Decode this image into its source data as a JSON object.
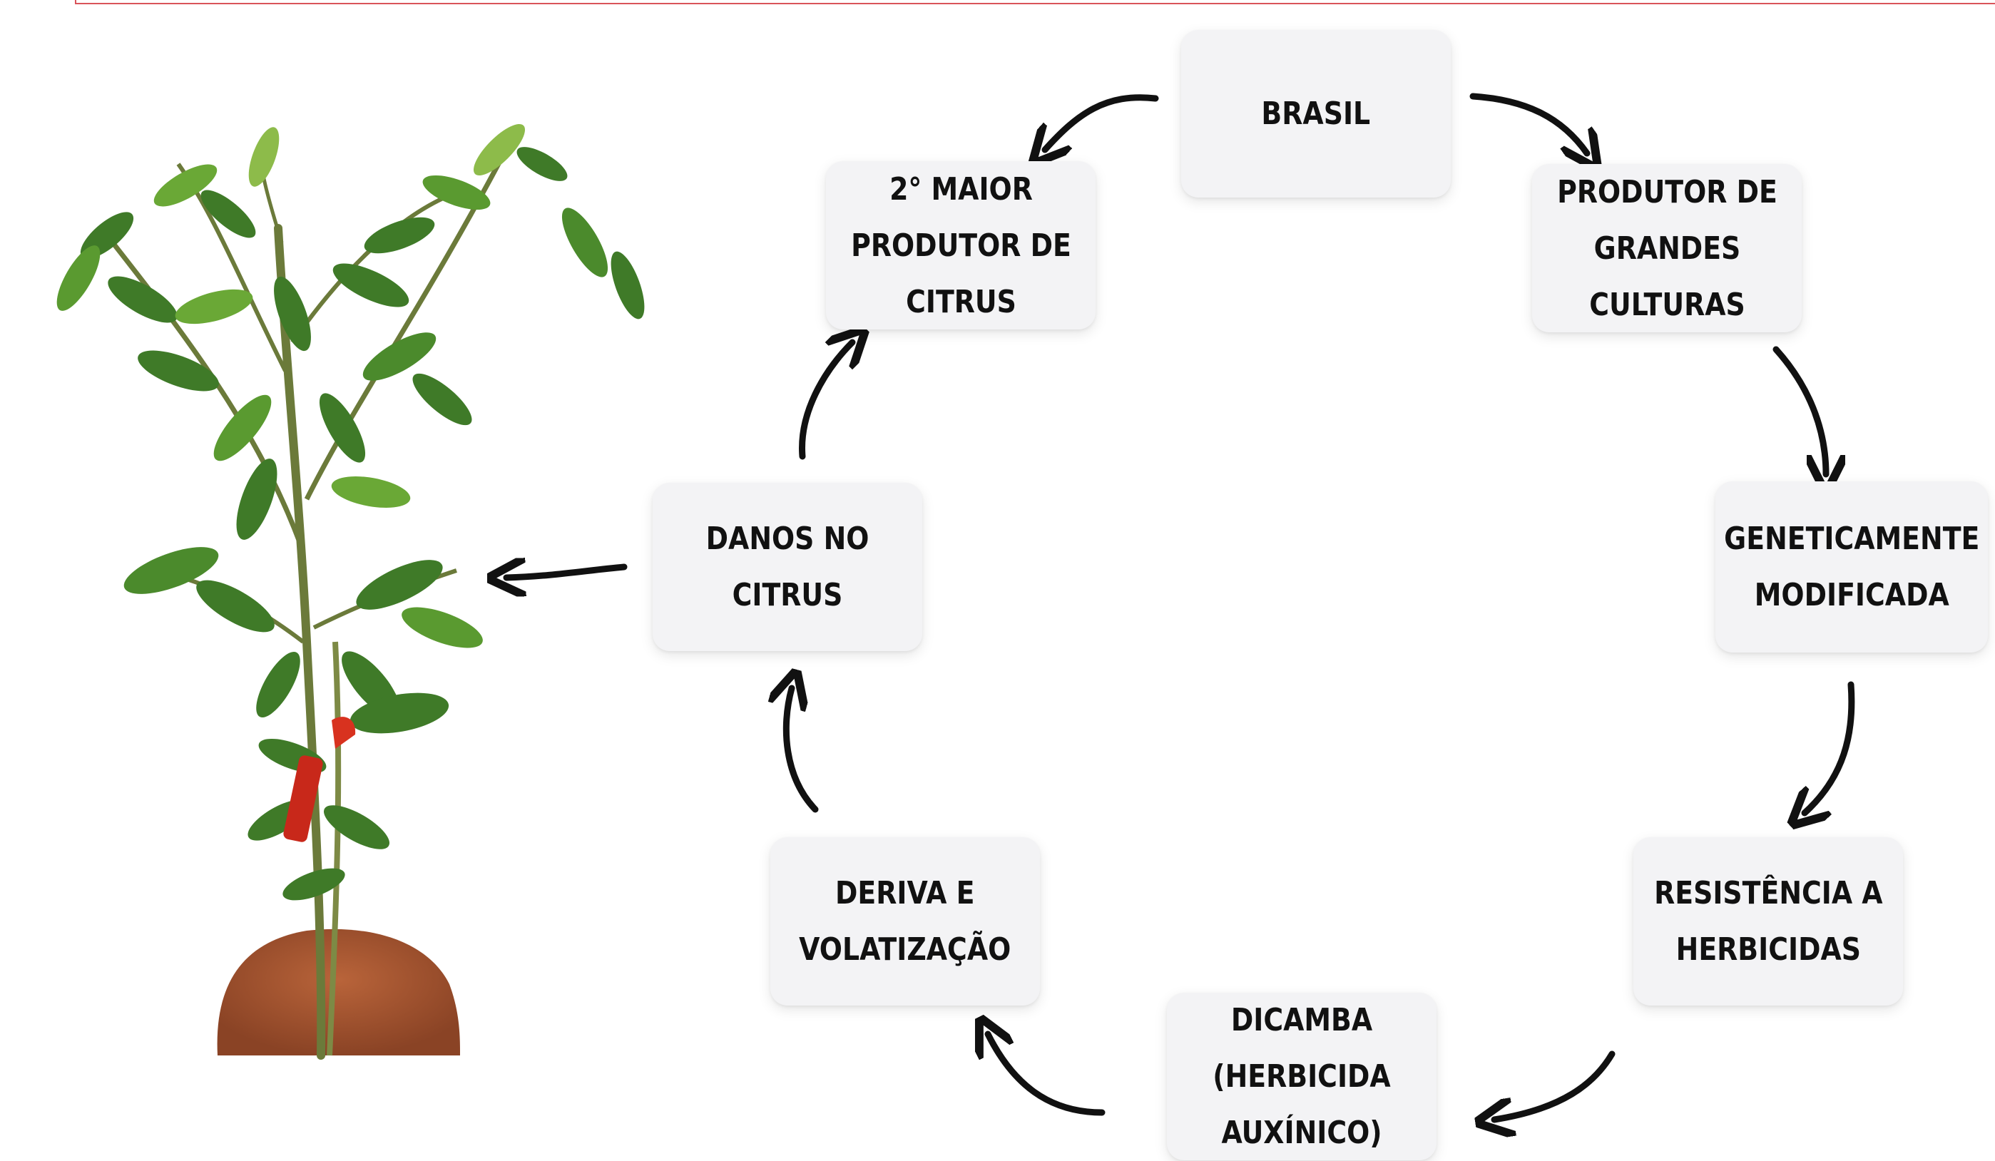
{
  "diagram": {
    "colors": {
      "arrow": "#111111",
      "node_bg": "#f3f3f5",
      "border_accent": "#d9545a"
    },
    "nodes": [
      {
        "id": "brasil",
        "label": "BRASIL"
      },
      {
        "id": "produtor-grandes-culturas",
        "label": "PRODUTOR DE\nGRANDES\nCULTURAS"
      },
      {
        "id": "geneticamente-modificada",
        "label": "GENETICAMENTE\nMODIFICADA"
      },
      {
        "id": "resistencia-herbicidas",
        "label": "RESISTÊNCIA A\nHERBICIDAS"
      },
      {
        "id": "dicamba",
        "label": "DICAMBA\n(HERBICIDA\nAUXÍNICO)"
      },
      {
        "id": "deriva-volatizacao",
        "label": "DERIVA E\nVOLATIZAÇÃO"
      },
      {
        "id": "danos-citrus",
        "label": "DANOS NO\nCITRUS"
      },
      {
        "id": "maior-produtor-citrus",
        "label": "2° MAIOR\nPRODUTOR DE\nCITRUS"
      }
    ]
  }
}
